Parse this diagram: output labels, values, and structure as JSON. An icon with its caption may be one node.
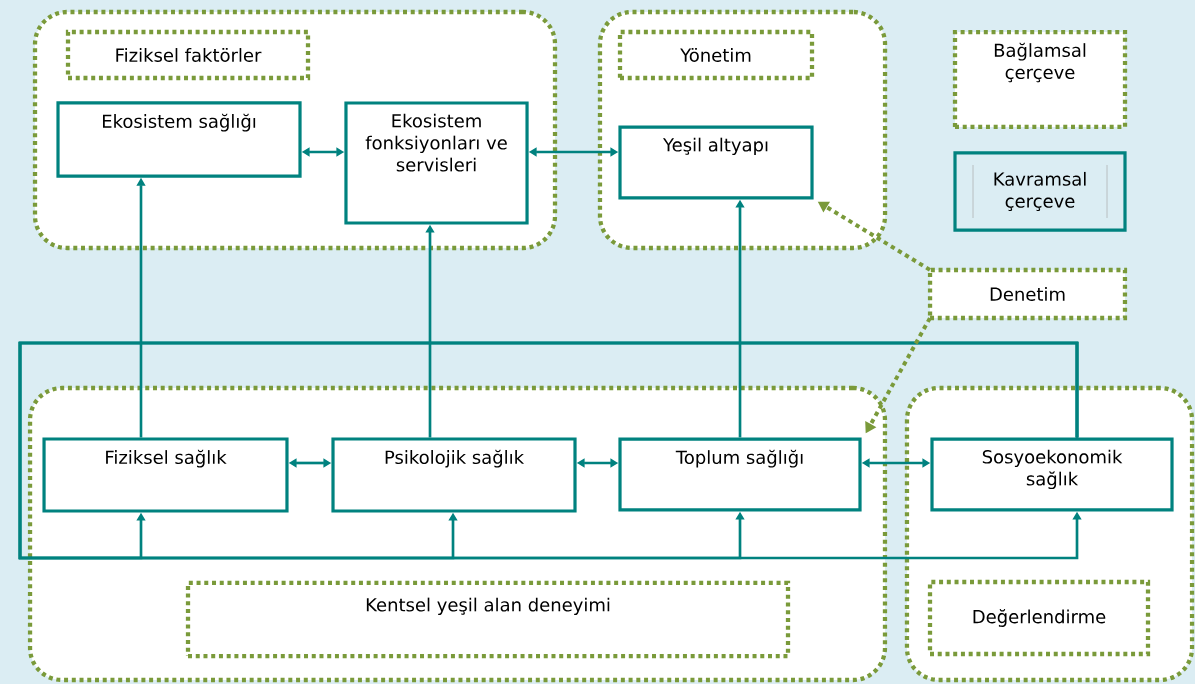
{
  "diagram": {
    "nodes": [
      {
        "text": [],
        "shape": "box"
      },
      {
        "text": [
          "Fiziksel faktörler"
        ],
        "in": 0
      },
      {
        "text": [
          "Ekosistem sağlığı"
        ],
        "in": 0
      },
      {
        "text": [
          "Ekosistem fonksiyonları ve servisleri"
        ],
        "in": 0
      },
      {
        "text": [],
        "shape": "box"
      },
      {
        "text": [
          "Yönetim"
        ],
        "in": 4
      },
      {
        "text": [
          "Yeşil altyapı"
        ],
        "in": 4
      },
      {
        "text": [
          "Bağlamsal çerçeve"
        ]
      },
      {
        "text": [
          "Kavramsal çerçeve"
        ]
      },
      {
        "text": [
          "Denetim"
        ]
      },
      {
        "text": [],
        "shape": "box"
      },
      {
        "text": [
          "Fiziksel sağlık"
        ],
        "in": 10
      },
      {
        "text": [
          "Psikolojik sağlık"
        ],
        "in": 10
      },
      {
        "text": [
          "Toplum sağlığı"
        ],
        "in": 10
      },
      {
        "text": [
          "Kentsel yeşil alan deneyimi"
        ],
        "in": 10
      },
      {
        "text": [],
        "shape": "box"
      },
      {
        "text": [
          "Sosyoekonomik sağlık"
        ],
        "in": 15
      },
      {
        "text": [
          "Değerlendirme"
        ],
        "in": 15
      }
    ],
    "edges": [
      {
        "from": 2,
        "to": 3,
        "arrow": "both"
      },
      {
        "from": 3,
        "to": 6,
        "arrow": "both"
      },
      {
        "from": 11,
        "to": 12,
        "arrow": "both"
      },
      {
        "from": 12,
        "to": 13,
        "arrow": "both"
      },
      {
        "from": 13,
        "to": 16,
        "arrow": "both"
      },
      {
        "from": 11,
        "to": 2,
        "arrow": "to"
      },
      {
        "from": 12,
        "to": 3,
        "arrow": "to"
      },
      {
        "from": 13,
        "to": 6,
        "arrow": "to"
      },
      {
        "from": 16,
        "to": 11,
        "arrow": "to"
      },
      {
        "from": 16,
        "to": 12,
        "arrow": "to"
      },
      {
        "from": 16,
        "to": 13,
        "arrow": "to"
      },
      {
        "from": 16,
        "to": 16,
        "arrow": "to"
      },
      {
        "from": 9,
        "to": 6,
        "arrow": "to",
        "style": "dashed",
        "color": "#7a9a3a"
      },
      {
        "from": 9,
        "to": 13,
        "arrow": "to",
        "style": "dashed",
        "color": "#7a9a3a"
      }
    ]
  }
}
